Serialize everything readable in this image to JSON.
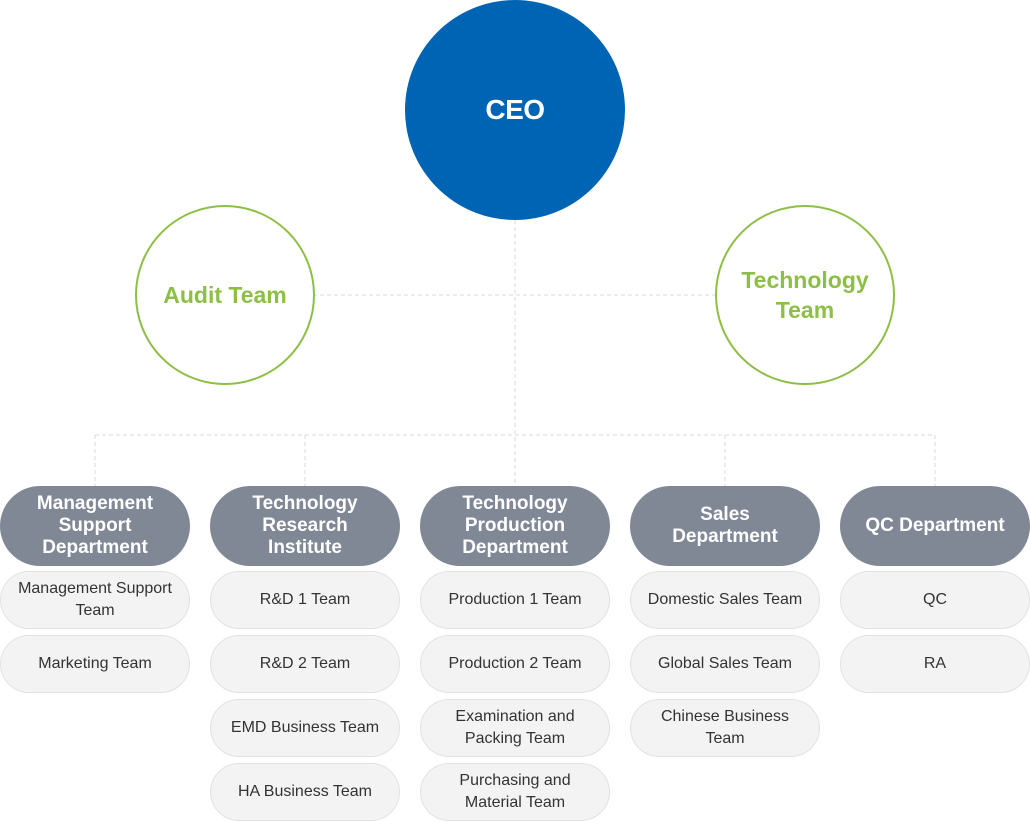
{
  "ceo": "CEO",
  "audit_team": "Audit Team",
  "technology_team": "Technology Team",
  "departments": [
    {
      "name": "Management Support Department",
      "teams": [
        "Management Support Team",
        "Marketing Team"
      ]
    },
    {
      "name": "Technology Research Institute",
      "teams": [
        "R&D 1 Team",
        "R&D 2 Team",
        "EMD Business Team",
        "HA Business Team"
      ]
    },
    {
      "name": "Technology Production Department",
      "teams": [
        "Production 1 Team",
        "Production 2 Team",
        "Examination and Packing Team",
        "Purchasing and Material Team"
      ]
    },
    {
      "name": "Sales Department",
      "teams": [
        "Domestic Sales Team",
        "Global Sales Team",
        "Chinese Business Team"
      ]
    },
    {
      "name": "QC Department",
      "teams": [
        "QC",
        "RA"
      ]
    }
  ],
  "colors": {
    "ceo": "#0064b4",
    "advisory": "#8cbf44",
    "department": "#808896",
    "team_bg": "#f3f3f3",
    "connector": "#d9d9d9"
  }
}
